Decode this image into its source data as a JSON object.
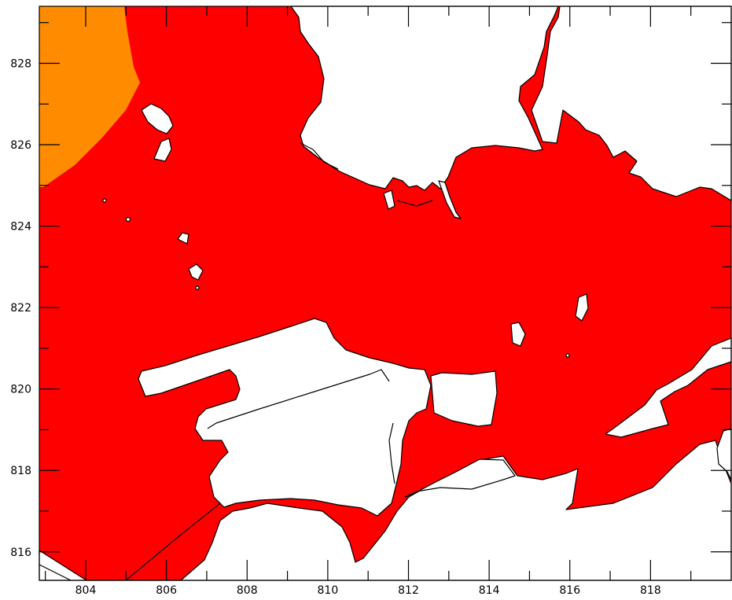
{
  "colors": {
    "zone_high": "#ff0000",
    "zone_medium": "#ff8c00",
    "land": "#ffffff",
    "coastline": "#000000"
  },
  "map": {
    "x_ticks": [
      {
        "value": 804,
        "label": "804"
      },
      {
        "value": 806,
        "label": "806"
      },
      {
        "value": 808,
        "label": "808"
      },
      {
        "value": 810,
        "label": "810"
      },
      {
        "value": 812,
        "label": "812"
      },
      {
        "value": 814,
        "label": "814"
      },
      {
        "value": 816,
        "label": "816"
      },
      {
        "value": 818,
        "label": "818"
      }
    ],
    "y_ticks": [
      {
        "value": 828,
        "label": "828"
      },
      {
        "value": 826,
        "label": "826"
      },
      {
        "value": 824,
        "label": "824"
      },
      {
        "value": 822,
        "label": "822"
      },
      {
        "value": 820,
        "label": "820"
      },
      {
        "value": 818,
        "label": "818"
      },
      {
        "value": 816,
        "label": "816"
      }
    ],
    "x_range": [
      802.85,
      820.0
    ],
    "y_range": [
      815.3,
      829.4
    ]
  }
}
